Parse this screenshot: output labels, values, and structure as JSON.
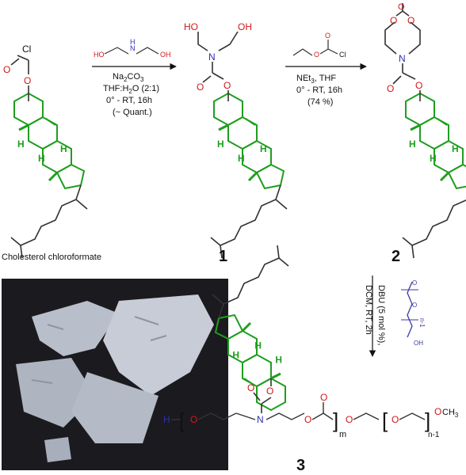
{
  "colors": {
    "bond": "#333333",
    "ring": "#1f9e1f",
    "nitrogen": "#2f2fb0",
    "oxygen": "#d01818",
    "text": "#111111"
  },
  "atoms": {
    "cl": "Cl",
    "o": "O",
    "n": "N",
    "h": "H",
    "ho": "HO",
    "oh": "OH",
    "och3": "CH",
    "three": "3"
  },
  "compounds": {
    "start": "Cholesterol chloroformate",
    "c1": "1",
    "c2": "2",
    "c3": "3"
  },
  "step1": {
    "reagent": [
      "HO",
      "N",
      "H",
      "OH"
    ],
    "line1": "Na",
    "line1_sub": "2",
    "line1_tail": "CO",
    "line1_sub2": "3",
    "line2": "THF:H",
    "line2_sub": "2",
    "line2_tail": "O (2:1)",
    "line3": "0° - RT, 16h",
    "line4": "(~ Quant.)"
  },
  "step2": {
    "reagent": [
      "O",
      "O",
      "Cl"
    ],
    "line1": "NEt",
    "line1_sub": "3",
    "line1_tail": ", THF",
    "line2": "0° - RT, 16h",
    "line3": "(74 %)"
  },
  "step3": {
    "line1": "DBU (5 mol %),",
    "line2": "DCM, RT, 2h",
    "subscript": "n-1"
  },
  "polymer": {
    "h": "H",
    "m": "m",
    "n1": "n-1",
    "ch3": "CH",
    "ch3_sub": "3"
  }
}
